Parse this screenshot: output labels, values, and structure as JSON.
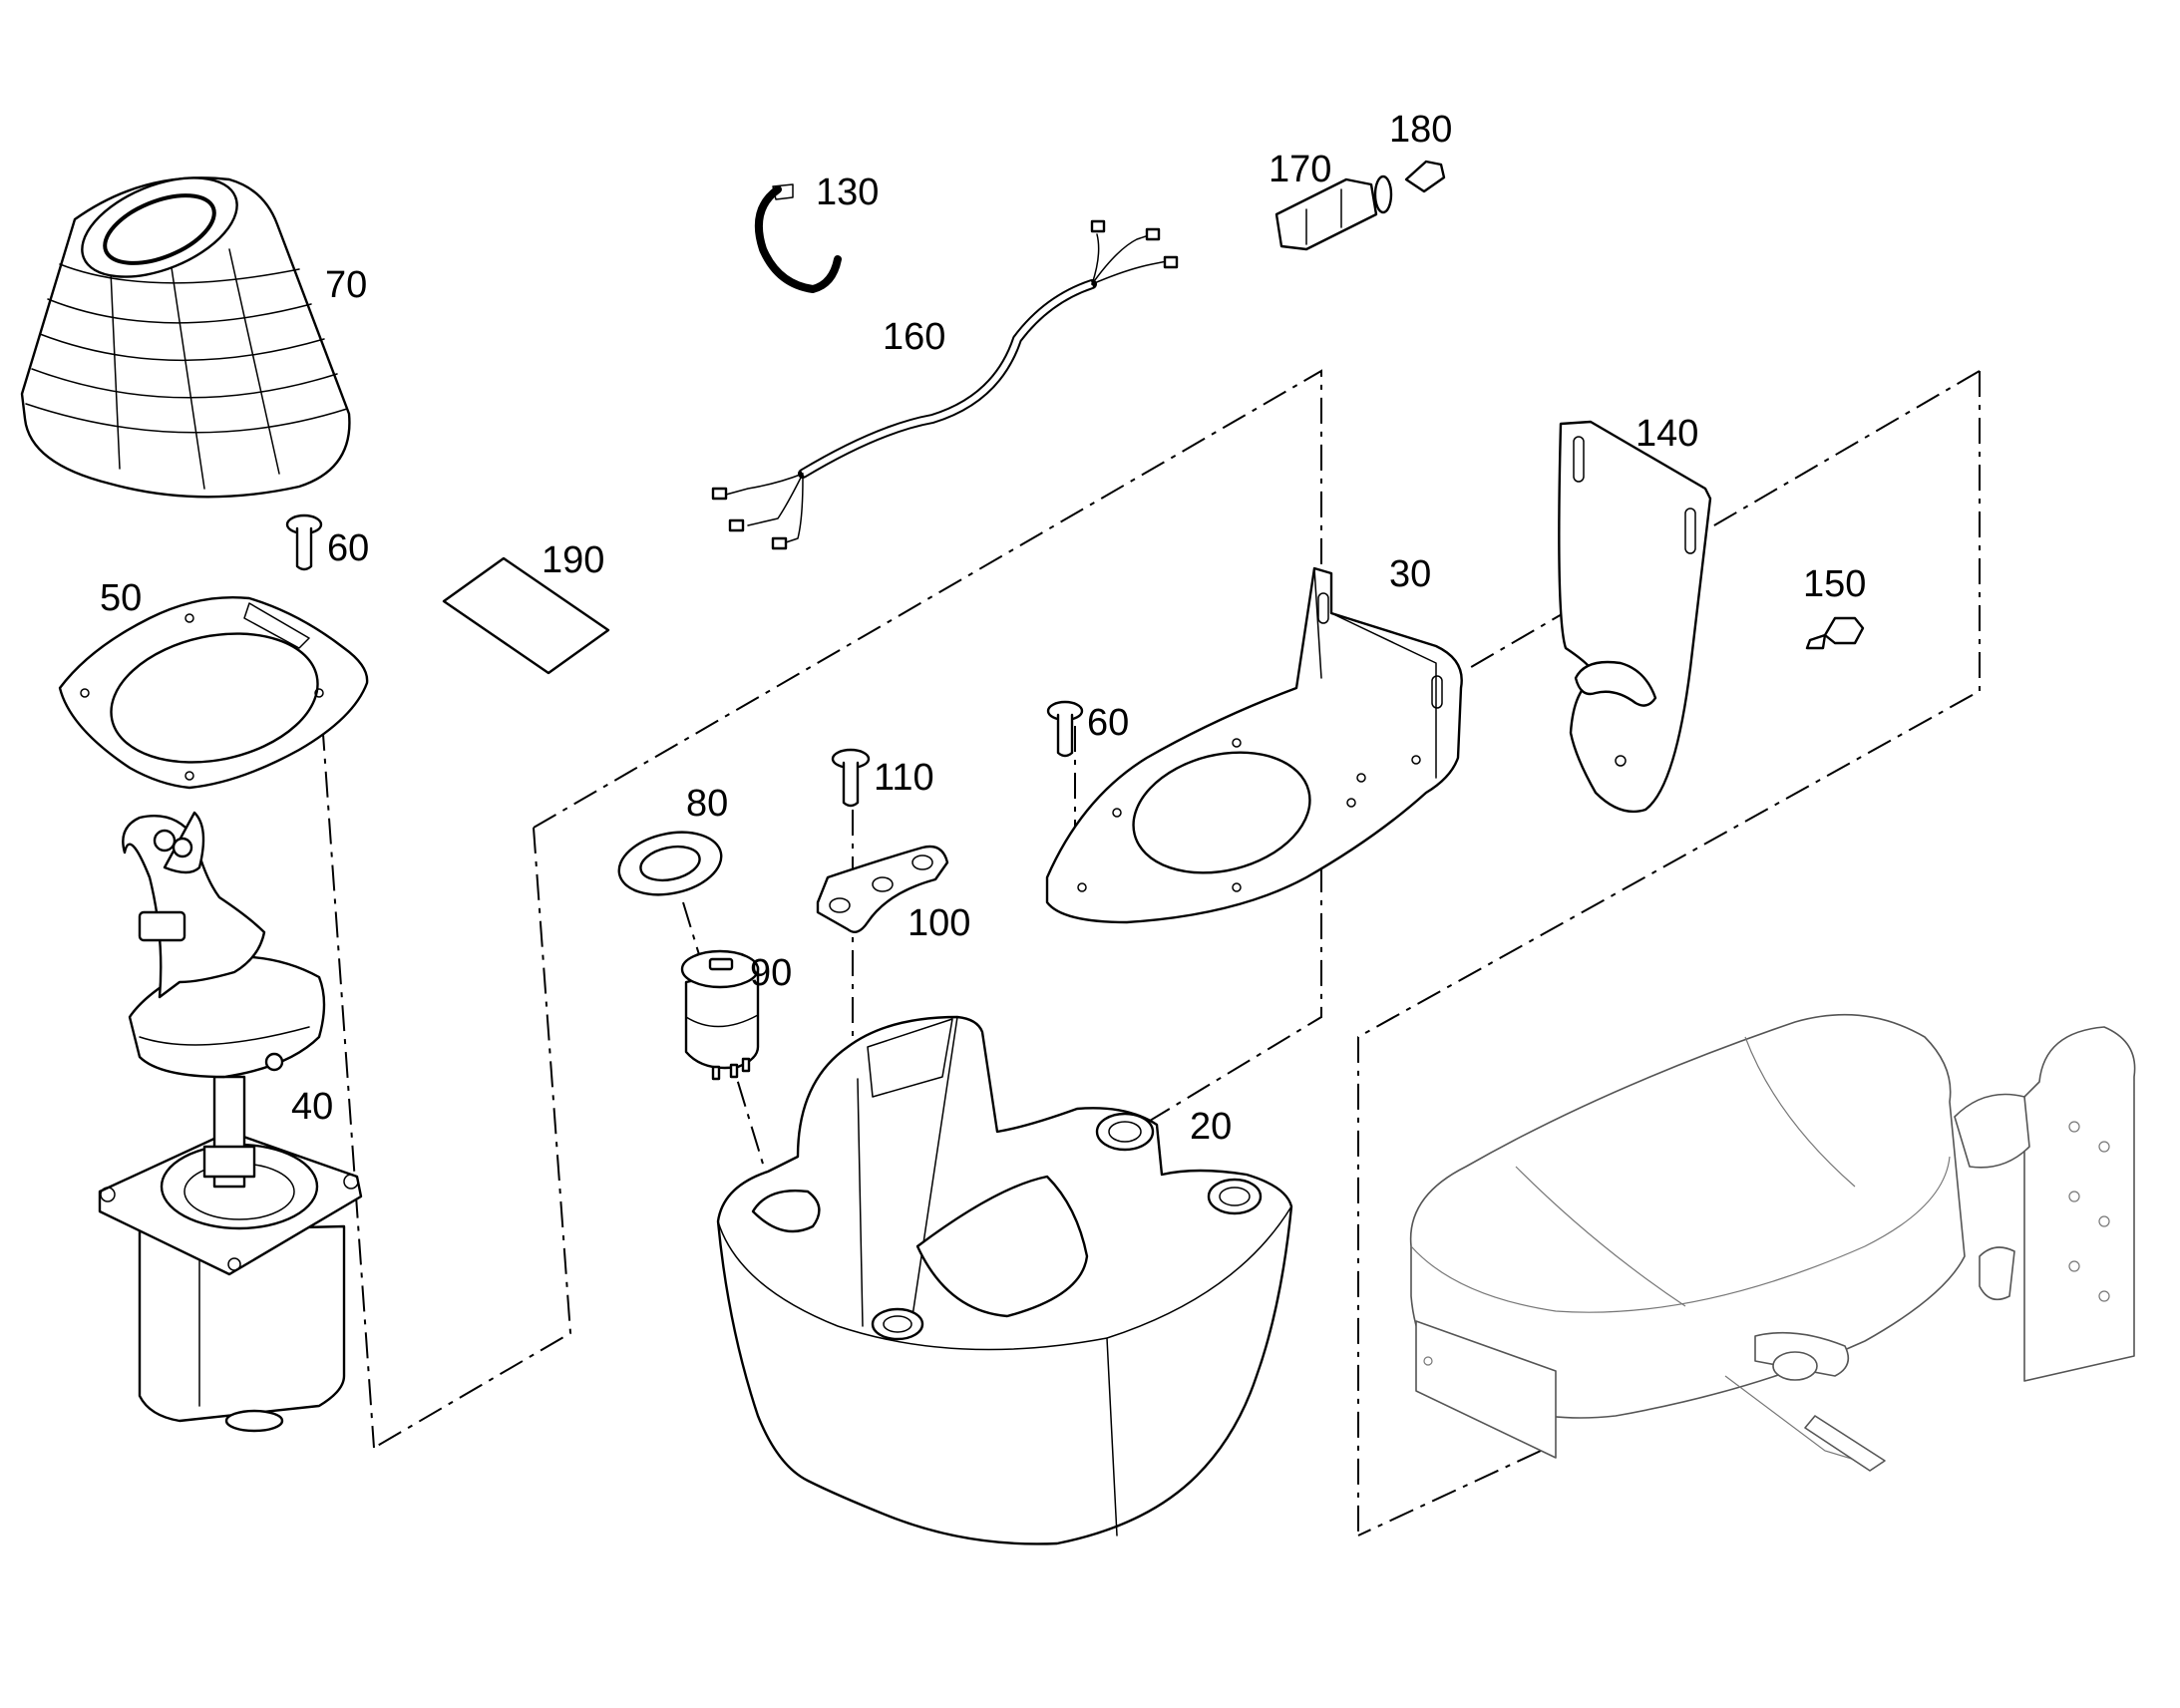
{
  "diagram": {
    "labels": {
      "p20": "20",
      "p30": "30",
      "p40": "40",
      "p50": "50",
      "p60a": "60",
      "p60b": "60",
      "p70": "70",
      "p80": "80",
      "p90": "90",
      "p100": "100",
      "p110": "110",
      "p130": "130",
      "p140": "140",
      "p150": "150",
      "p160": "160",
      "p170": "170",
      "p180": "180",
      "p190": "190"
    }
  },
  "colors": {
    "line": "#000000",
    "background": "#ffffff",
    "ghost_line": "#555555"
  }
}
